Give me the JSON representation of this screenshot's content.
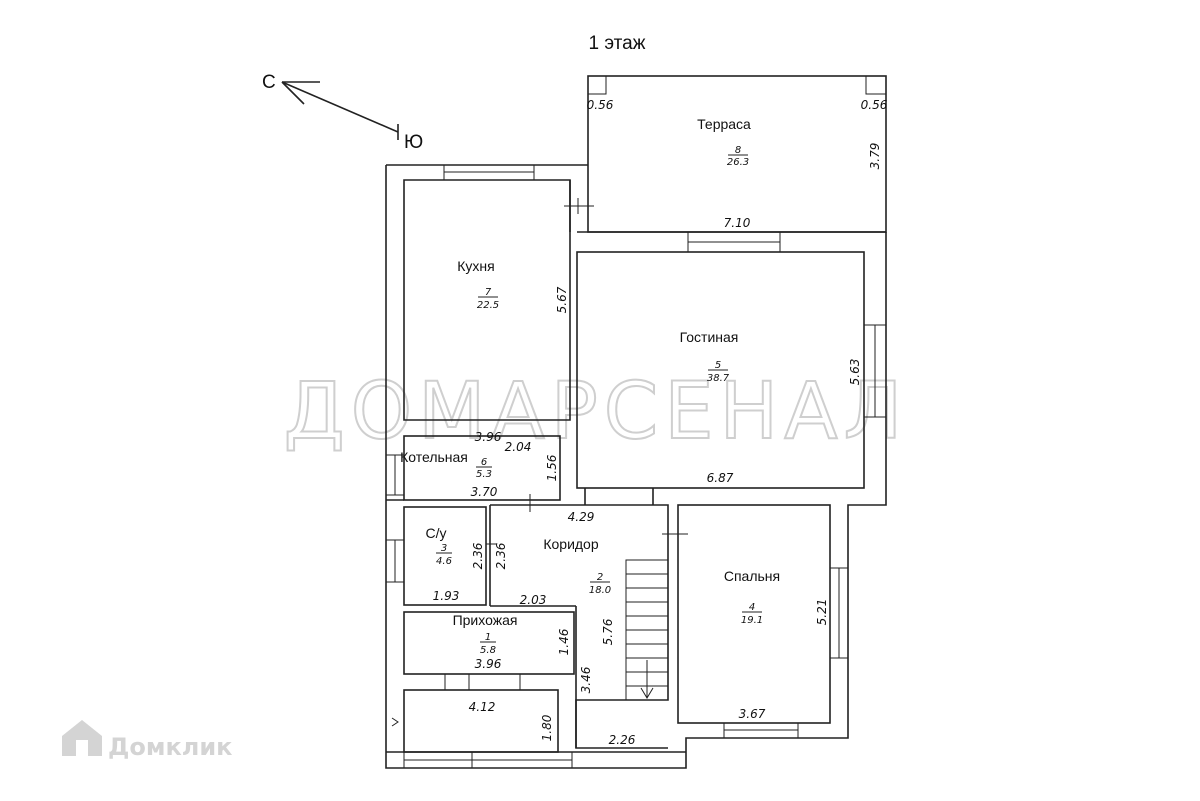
{
  "title": "1 этаж",
  "compass": {
    "north": "С",
    "south": "Ю"
  },
  "watermark": "ДОМАРСЕНАЛ",
  "brand": "Домклик",
  "rooms": [
    {
      "name": "Терраса",
      "number": "8",
      "area": "26.3"
    },
    {
      "name": "Кухня",
      "number": "7",
      "area": "22.5"
    },
    {
      "name": "Гостиная",
      "number": "5",
      "area": "38.7"
    },
    {
      "name": "Котельная",
      "number": "6",
      "area": "5.3"
    },
    {
      "name": "С/у",
      "number": "3",
      "area": "4.6"
    },
    {
      "name": "Коридор",
      "number": "2",
      "area": "18.0"
    },
    {
      "name": "Спальня",
      "number": "4",
      "area": "19.1"
    },
    {
      "name": "Прихожая",
      "number": "1",
      "area": "5.8"
    }
  ],
  "dimensions": {
    "terrace_post_left": "0.56",
    "terrace_post_right": "0.56",
    "terrace_width": "7.10",
    "terrace_depth": "3.79",
    "kitchen_depth": "5.67",
    "kitchen_width": "3.96",
    "living_depth": "5.63",
    "living_width": "6.87",
    "boiler_top": "2.04",
    "boiler_depth": "1.56",
    "boiler_width": "3.70",
    "corridor_top": "4.29",
    "wc_depth": "2.36",
    "corridor_left": "2.36",
    "wc_width": "1.93",
    "corridor_mid": "2.03",
    "corridor_depth": "5.76",
    "hall_depth": "1.46",
    "hall_width": "3.96",
    "stairs_depth": "3.46",
    "bedroom_depth": "5.21",
    "bedroom_width": "3.67",
    "porch_width": "4.12",
    "porch_depth": "1.80",
    "stairs_width": "2.26"
  }
}
